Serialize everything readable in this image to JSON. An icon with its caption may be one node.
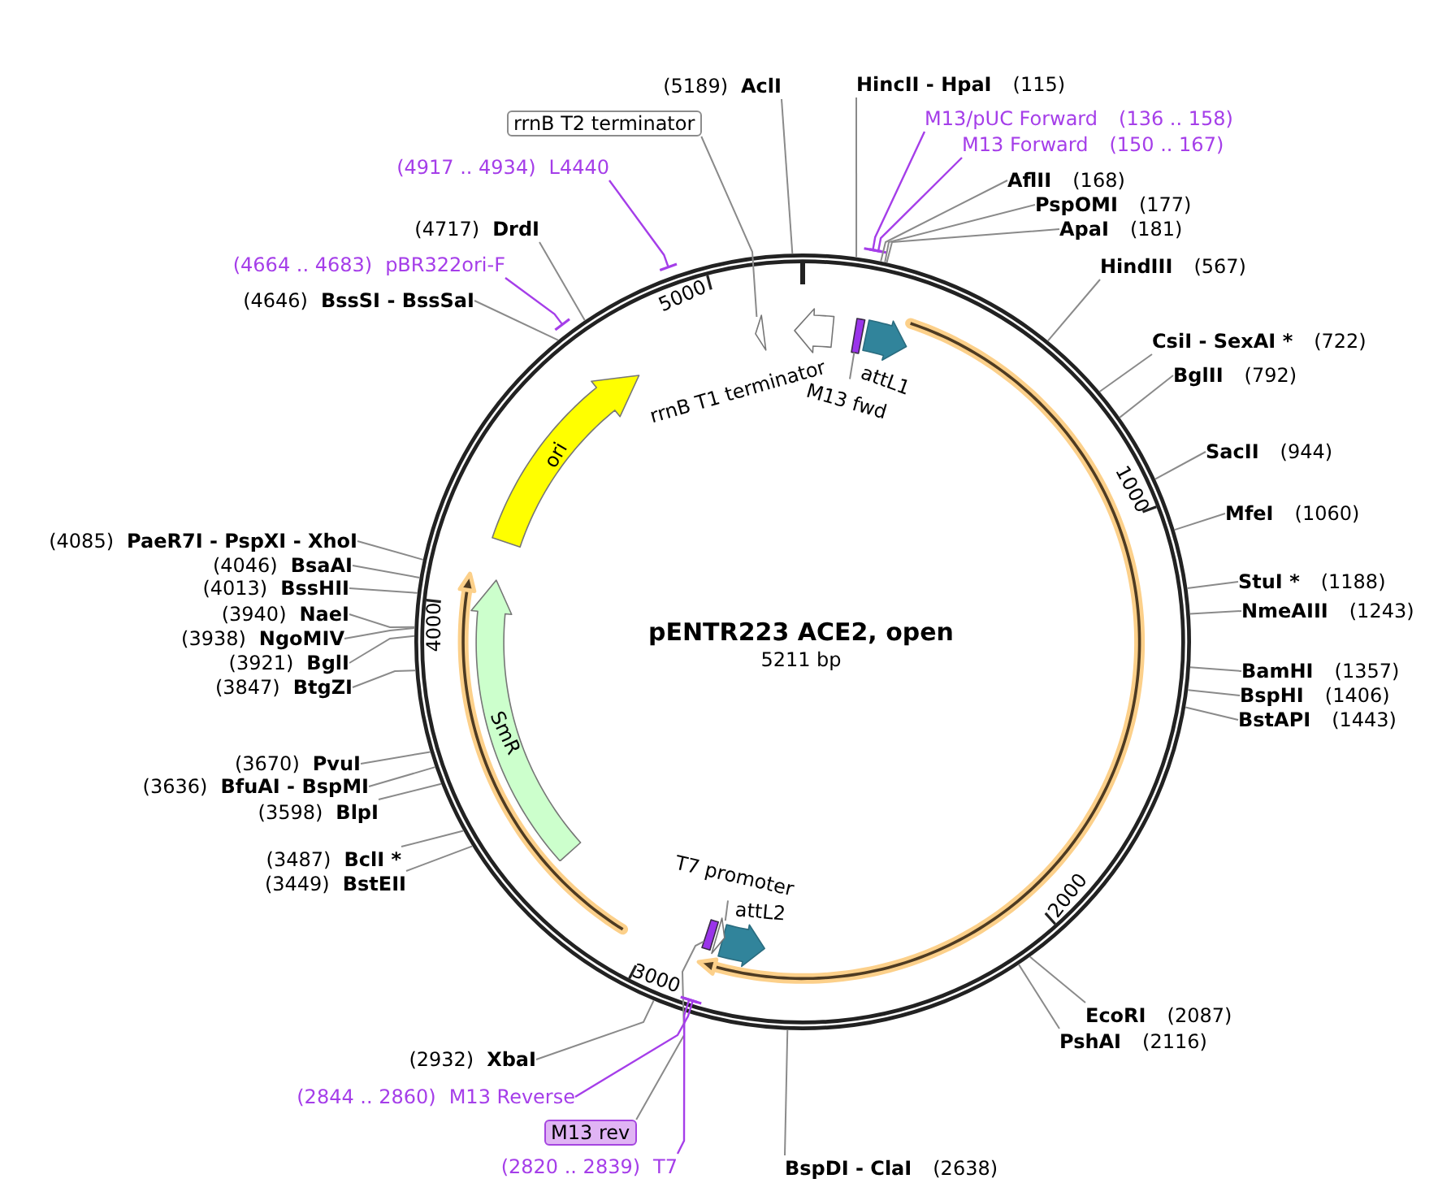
{
  "diagram": {
    "title": "pENTR223 ACE2, open",
    "nodes": [
      {
        "text": [],
        "shape": "circle"
      },
      {
        "text": [
          "ori"
        ],
        "in": 0
      },
      {
        "text": [],
        "shape": "arrow",
        "in": 0
      },
      {
        "text": [
          "rrnB T1 terminator"
        ],
        "in": 0
      },
      {
        "text": [],
        "shape": "bar",
        "in": 0
      },
      {
        "text": [
          "attL1"
        ],
        "in": 0
      },
      {
        "text": [
          "M13 fwd"
        ],
        "in": 0
      },
      {
        "text": [
          "SmR"
        ],
        "in": 0
      },
      {
        "text": [
          "T7 promoter"
        ],
        "in": 0
      },
      {
        "text": [
          "attL2"
        ],
        "in": 0
      },
      {
        "text": [],
        "shape": "bar",
        "in": 0
      },
      {
        "text": [],
        "shape": "arrow",
        "in": 0
      },
      {
        "text": [
          "(5189)",
          "AclI"
        ]
      },
      {
        "text": [
          "HincII - HpaI",
          "(115)"
        ]
      },
      {
        "text": [
          "rrnB T2 terminator"
        ]
      },
      {
        "text": [
          "M13/pUC Forward",
          "(136 .. 158)"
        ]
      },
      {
        "text": [
          "M13 Forward",
          "(150 .. 167)"
        ]
      },
      {
        "text": [
          "(4917 .. 4934)",
          "L4440"
        ]
      },
      {
        "text": [
          "AflII",
          "(168)"
        ]
      },
      {
        "text": [
          "PspOMI",
          "(177)"
        ]
      },
      {
        "text": [
          "(4717)",
          "DrdI"
        ]
      },
      {
        "text": [
          "ApaI",
          "(181)"
        ]
      },
      {
        "text": [
          "(4664 .. 4683)",
          "pBR322ori-F"
        ]
      },
      {
        "text": [
          "HindIII",
          "(567)"
        ]
      },
      {
        "text": [
          "(4646)",
          "BssSI - BssSaI"
        ]
      },
      {
        "text": [
          "CsiI - SexAI *",
          "(722)"
        ]
      },
      {
        "text": [
          "BglII",
          "(792)"
        ]
      },
      {
        "text": [
          "SacII",
          "(944)"
        ]
      },
      {
        "text": [
          "MfeI",
          "(1060)"
        ]
      },
      {
        "text": [
          "(4085)",
          "PaeR7I - PspXI - XhoI"
        ]
      },
      {
        "text": [
          "(4046)",
          "BsaAI"
        ]
      },
      {
        "text": [
          "StuI *",
          "(1188)"
        ]
      },
      {
        "text": [
          "(4013)",
          "BssHII"
        ]
      },
      {
        "text": [
          "NmeAIII",
          "(1243)"
        ]
      },
      {
        "text": [
          "(3940)",
          "NaeI"
        ]
      },
      {
        "text": [
          "(3938)",
          "NgoMIV"
        ]
      },
      {
        "text": [
          "(3921)",
          "BglI"
        ]
      },
      {
        "text": [
          "BamHI",
          "(1357)"
        ]
      },
      {
        "text": [
          "(3847)",
          "BtgZI"
        ]
      },
      {
        "text": [
          "BspHI",
          "(1406)"
        ]
      },
      {
        "text": [
          "BstAPI",
          "(1443)"
        ]
      },
      {
        "text": [
          "(3670)",
          "PvuI"
        ]
      },
      {
        "text": [
          "(3636)",
          "BfuAI - BspMI"
        ]
      },
      {
        "text": [
          "(3598)",
          "BlpI"
        ]
      },
      {
        "text": [
          "(3487)",
          "BclI *"
        ]
      },
      {
        "text": [
          "(3449)",
          "BstEII"
        ]
      },
      {
        "text": [
          "EcoRI",
          "(2087)"
        ]
      },
      {
        "text": [
          "PshAI",
          "(2116)"
        ]
      },
      {
        "text": [
          "(2932)",
          "XbaI"
        ]
      },
      {
        "text": [
          "(2844 .. 2860)",
          "M13 Reverse"
        ]
      },
      {
        "text": [
          "BspDI - ClaI",
          "(2638)"
        ]
      },
      {
        "text": [
          "M13 rev"
        ]
      },
      {
        "text": [
          "(2820 .. 2839)",
          "T7"
        ]
      }
    ],
    "edges": [
      {
        "from": 6,
        "to": 4,
        "arrow": "none"
      },
      {
        "from": 8,
        "to": 11,
        "arrow": "none"
      },
      {
        "from": 12,
        "to": 0,
        "arrow": "none"
      },
      {
        "from": 13,
        "to": 0,
        "arrow": "none"
      },
      {
        "from": 14,
        "to": 2,
        "arrow": "none"
      },
      {
        "from": 15,
        "to": 0,
        "arrow": "other",
        "color": "#a53ee9"
      },
      {
        "from": 16,
        "to": 0,
        "arrow": "other",
        "color": "#a53ee9"
      },
      {
        "from": 17,
        "to": 0,
        "arrow": "other",
        "color": "#a53ee9"
      },
      {
        "from": 18,
        "to": 0,
        "arrow": "none"
      },
      {
        "from": 19,
        "to": 0,
        "arrow": "none"
      },
      {
        "from": 20,
        "to": 0,
        "arrow": "none"
      },
      {
        "from": 21,
        "to": 0,
        "arrow": "none"
      },
      {
        "from": 22,
        "to": 0,
        "arrow": "other",
        "color": "#a53ee9"
      },
      {
        "from": 23,
        "to": 0,
        "arrow": "none"
      },
      {
        "from": 24,
        "to": 0,
        "arrow": "none"
      },
      {
        "from": 25,
        "to": 0,
        "arrow": "none"
      },
      {
        "from": 26,
        "to": 0,
        "arrow": "none"
      },
      {
        "from": 27,
        "to": 0,
        "arrow": "none"
      },
      {
        "from": 28,
        "to": 0,
        "arrow": "none"
      },
      {
        "from": 29,
        "to": 0,
        "arrow": "none"
      },
      {
        "from": 30,
        "to": 0,
        "arrow": "none"
      },
      {
        "from": 31,
        "to": 0,
        "arrow": "none"
      },
      {
        "from": 32,
        "to": 0,
        "arrow": "none"
      },
      {
        "from": 33,
        "to": 0,
        "arrow": "none"
      },
      {
        "from": 34,
        "to": 0,
        "arrow": "none"
      },
      {
        "from": 35,
        "to": 0,
        "arrow": "none"
      },
      {
        "from": 36,
        "to": 0,
        "arrow": "none"
      },
      {
        "from": 37,
        "to": 0,
        "arrow": "none"
      },
      {
        "from": 38,
        "to": 0,
        "arrow": "none"
      },
      {
        "from": 39,
        "to": 0,
        "arrow": "none"
      },
      {
        "from": 40,
        "to": 0,
        "arrow": "none"
      },
      {
        "from": 41,
        "to": 0,
        "arrow": "none"
      },
      {
        "from": 42,
        "to": 0,
        "arrow": "none"
      },
      {
        "from": 43,
        "to": 0,
        "arrow": "none"
      },
      {
        "from": 44,
        "to": 0,
        "arrow": "none"
      },
      {
        "from": 45,
        "to": 0,
        "arrow": "none"
      },
      {
        "from": 46,
        "to": 0,
        "arrow": "none"
      },
      {
        "from": 47,
        "to": 0,
        "arrow": "none"
      },
      {
        "from": 48,
        "to": 0,
        "arrow": "none"
      },
      {
        "from": 49,
        "to": 0,
        "arrow": "other",
        "color": "#a53ee9"
      },
      {
        "from": 50,
        "to": 0,
        "arrow": "none"
      },
      {
        "from": 51,
        "to": 10,
        "arrow": "none"
      },
      {
        "from": 52,
        "to": 0,
        "arrow": "other",
        "color": "#a53ee9"
      }
    ],
    "labels": [
      "5000",
      "1000",
      "4000",
      "5211 bp",
      "2000",
      "3000"
    ]
  }
}
